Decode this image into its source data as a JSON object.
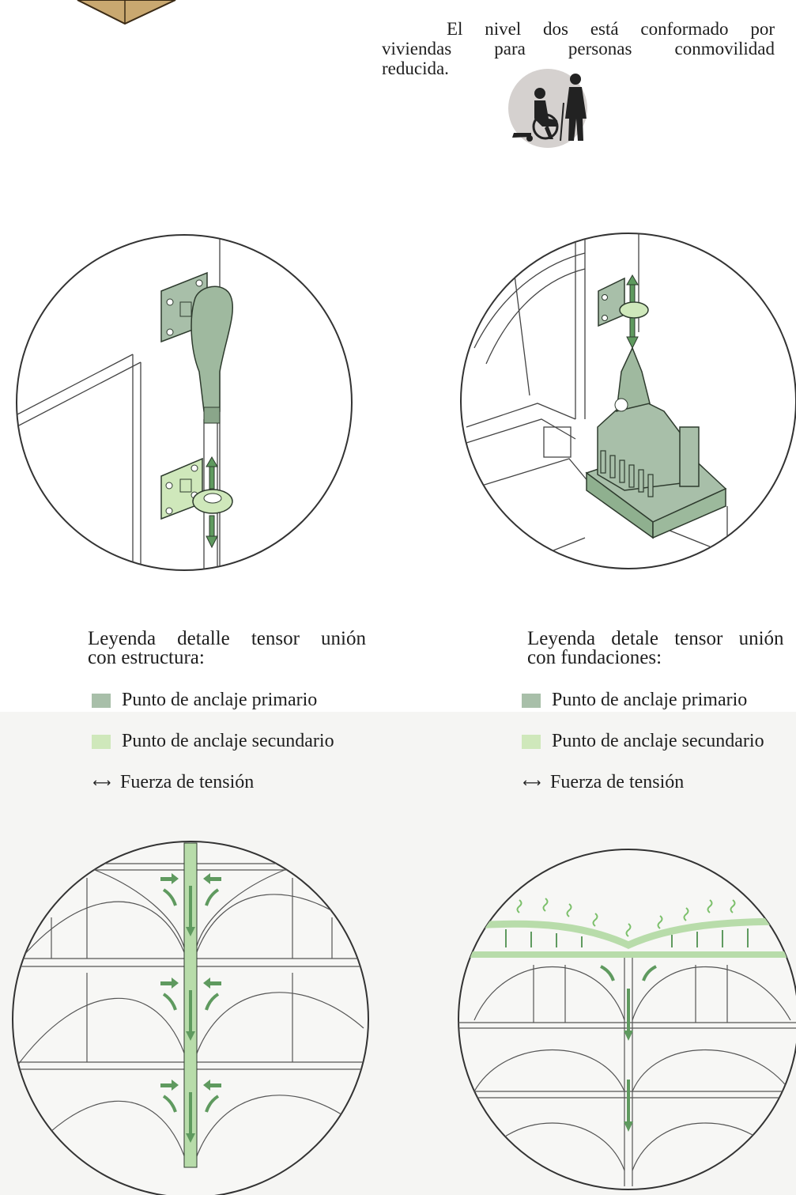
{
  "intro": {
    "line1": "El nivel dos está conformado por",
    "line2": "viviendas para personas conmovilidad",
    "line3": "reducida."
  },
  "legends": [
    {
      "title_line1": "Leyenda detalle tensor unión",
      "title_line2": "con estructura:",
      "items": [
        {
          "label": "Punto de anclaje primario",
          "color": "#a8bfa9"
        },
        {
          "label": "Punto de anclaje secundario",
          "color": "#cfe8bb"
        },
        {
          "label": "Fuerza de tensión",
          "icon": "double-arrow-icon"
        }
      ]
    },
    {
      "title_line1": "Leyenda detale tensor unión",
      "title_line2": "con fundaciones:",
      "items": [
        {
          "label": "Punto de anclaje primario",
          "color": "#a8bfa9"
        },
        {
          "label": "Punto de anclaje secundario",
          "color": "#cfe8bb"
        },
        {
          "label": "Fuerza de tensión",
          "icon": "double-arrow-icon"
        }
      ]
    }
  ],
  "colors": {
    "primary_anchor": "#a8bfa9",
    "secondary_anchor": "#cfe8bb",
    "force_green": "#5f9a5f",
    "band_green": "#b8dcaa",
    "line": "#4a4a4a",
    "wood": "#c9a870"
  }
}
